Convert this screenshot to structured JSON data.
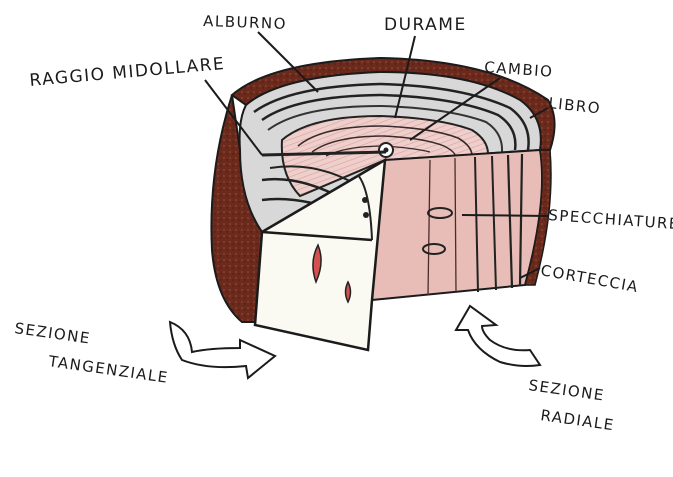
{
  "labels": {
    "alburno": "ALBURNO",
    "durame": "DURAME",
    "cambio": "CAMBIO",
    "libro": "LIBRO",
    "raggio": "RAGGIO MIDOLLARE",
    "specchiature": "SPECCHIATURE",
    "corteccia": "CORTECCIA",
    "sezione_tangenziale_1": "SEZIONE",
    "sezione_tangenziale_2": "TANGENZIALE",
    "sezione_radiale_1": "SEZIONE",
    "sezione_radiale_2": "RADIALE"
  },
  "colors": {
    "bark": "#6b2a1c",
    "heartwood": "#e7b7b3",
    "sapwood": "#d9d9d9",
    "ink": "#1b1b1b",
    "panel": "#fbfaf2"
  }
}
